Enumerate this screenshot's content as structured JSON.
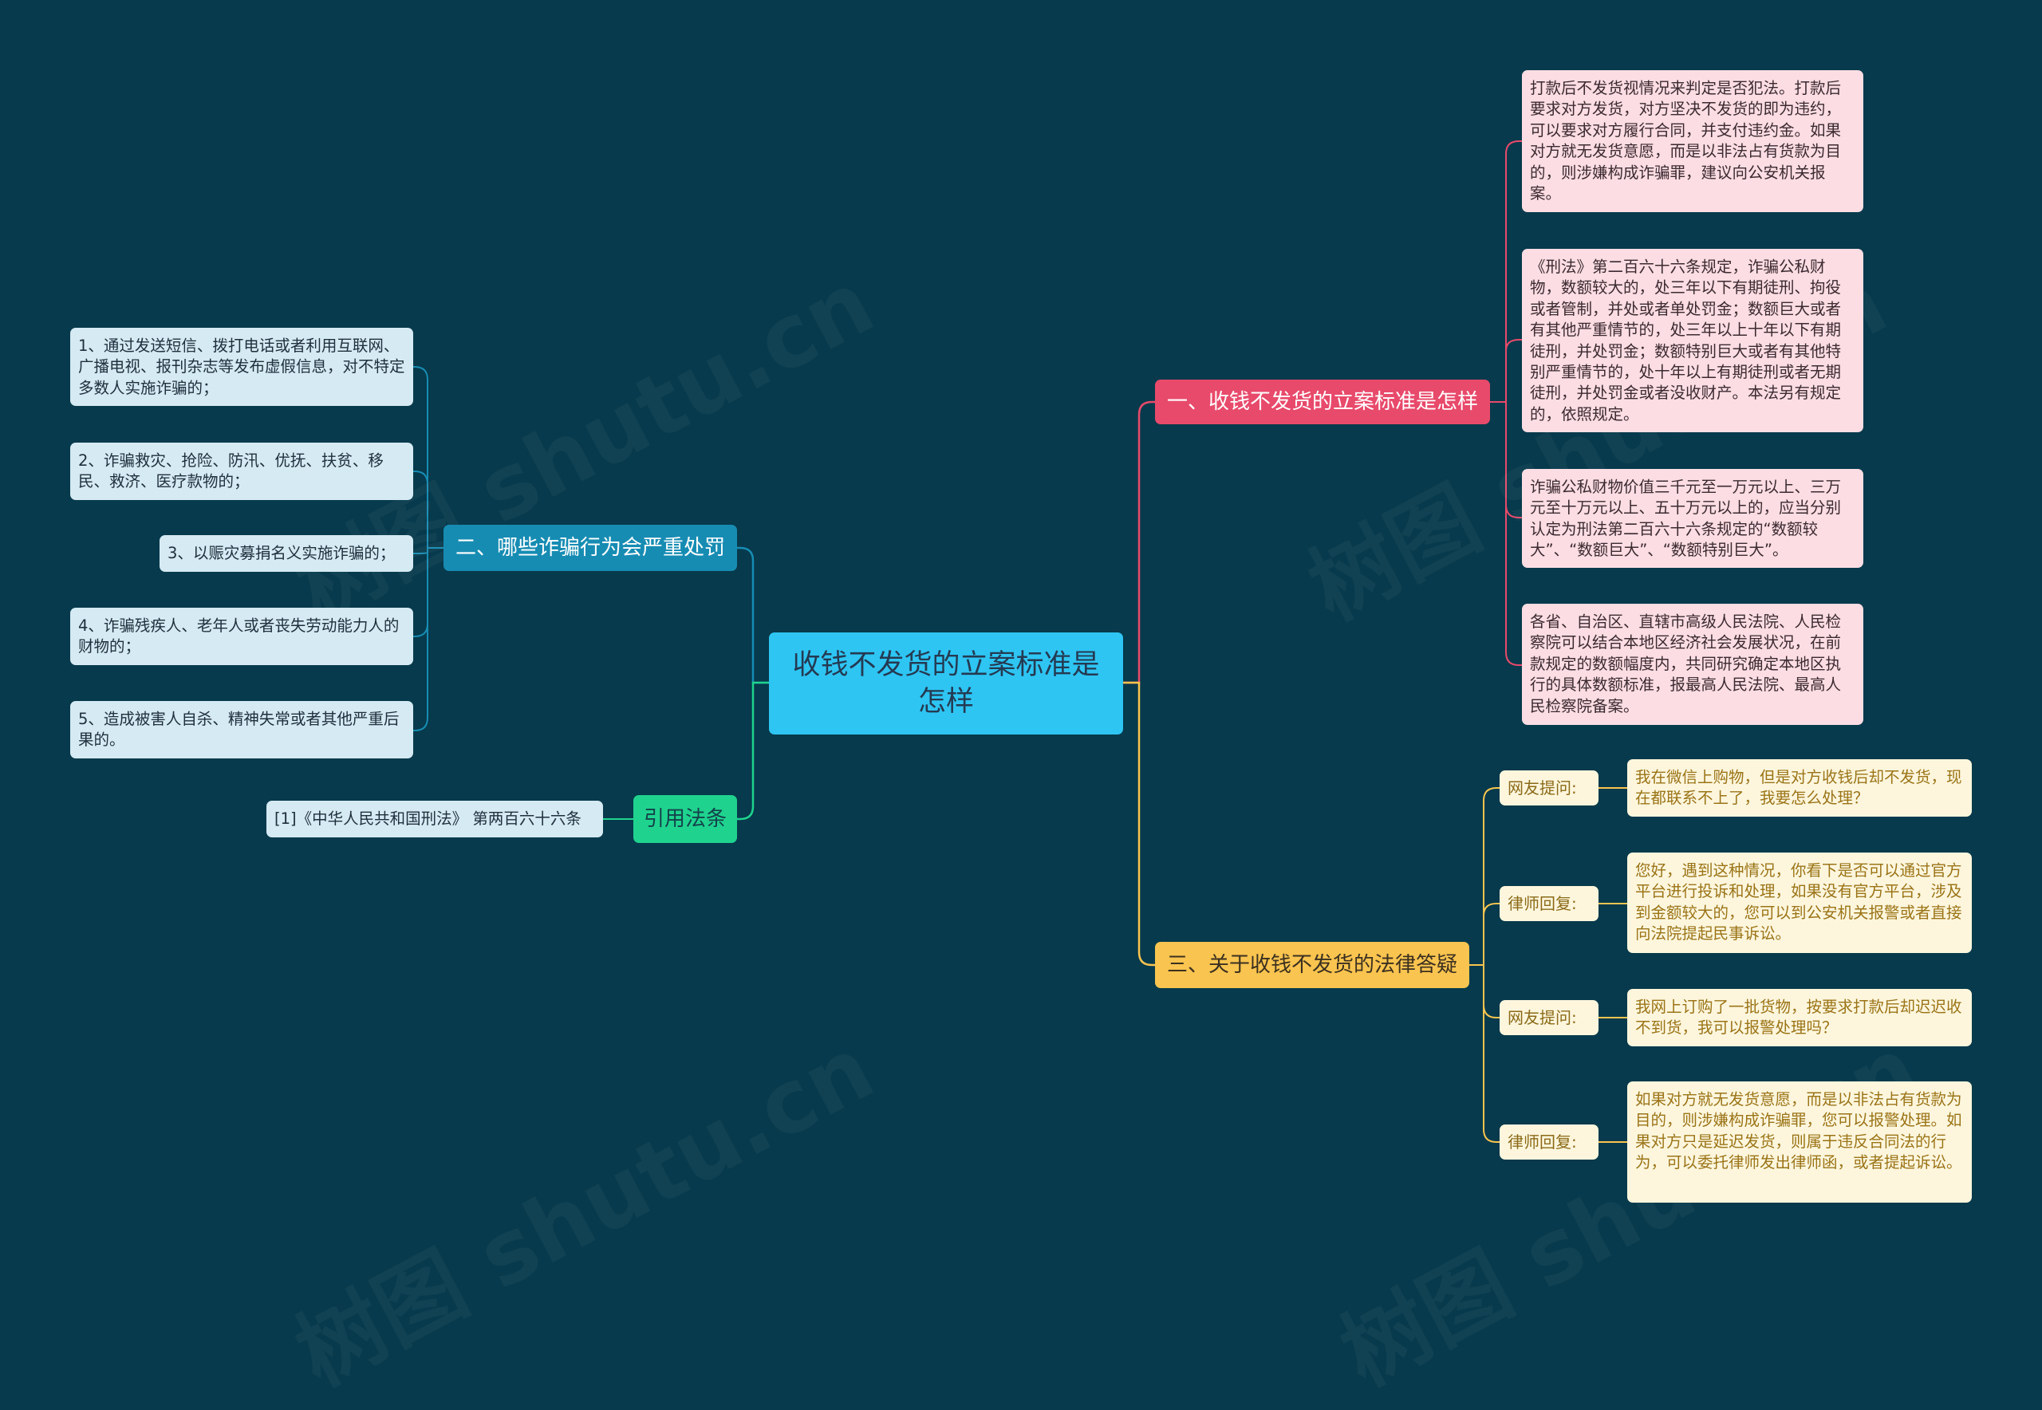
{
  "diagram": {
    "center": {
      "text": "收钱不发货的立案标准是怎样"
    },
    "branches": {
      "b1": {
        "title": "一、收钱不发货的立案标准是怎样"
      },
      "b2": {
        "title": "二、哪些诈骗行为会严重处罚"
      },
      "b3": {
        "title": "三、关于收钱不发货的法律答疑"
      },
      "b4": {
        "title": "引用法条"
      }
    },
    "b1_leaves": [
      "打款后不发货视情况来判定是否犯法。打款后要求对方发货，对方坚决不发货的即为违约，可以要求对方履行合同，并支付违约金。如果对方就无发货意愿，而是以非法占有货款为目的，则涉嫌构成诈骗罪，建议向公安机关报案。",
      "《刑法》第二百六十六条规定，诈骗公私财物，数额较大的，处三年以下有期徒刑、拘役或者管制，并处或者单处罚金；数额巨大或者有其他严重情节的，处三年以上十年以下有期徒刑，并处罚金；数额特别巨大或者有其他特别严重情节的，处十年以上有期徒刑或者无期徒刑，并处罚金或者没收财产。本法另有规定的，依照规定。",
      "诈骗公私财物价值三千元至一万元以上、三万元至十万元以上、五十万元以上的，应当分别认定为刑法第二百六十六条规定的“数额较大”、“数额巨大”、“数额特别巨大”。",
      "各省、自治区、直辖市高级人民法院、人民检察院可以结合本地区经济社会发展状况，在前款规定的数额幅度内，共同研究确定本地区执行的具体数额标准，报最高人民法院、最高人民检察院备案。"
    ],
    "b2_leaves": [
      "1、通过发送短信、拨打电话或者利用互联网、广播电视、报刊杂志等发布虚假信息，对不特定多数人实施诈骗的；",
      "2、诈骗救灾、抢险、防汛、优抚、扶贫、移民、救济、医疗款物的；",
      "3、以赈灾募捐名义实施诈骗的；",
      "4、诈骗残疾人、老年人或者丧失劳动能力人的财物的；",
      "5、造成被害人自杀、精神失常或者其他严重后果的。"
    ],
    "b3_items": [
      {
        "tag": "网友提问:",
        "text": "我在微信上购物，但是对方收钱后却不发货，现在都联系不上了，我要怎么处理？"
      },
      {
        "tag": "律师回复:",
        "text": "您好，遇到这种情况，你看下是否可以通过官方平台进行投诉和处理，如果没有官方平台，涉及到金额较大的，您可以到公安机关报警或者直接向法院提起民事诉讼。"
      },
      {
        "tag": "网友提问:",
        "text": "我网上订购了一批货物，按要求打款后却迟迟收不到货，我可以报警处理吗？"
      },
      {
        "tag": "律师回复:",
        "text": "如果对方就无发货意愿，而是以非法占有货款为目的，则涉嫌构成诈骗罪，您可以报警处理。如果对方只是延迟发货，则属于违反合同法的行为，可以委托律师发出律师函，或者提起诉讼。"
      }
    ],
    "b4_leaves": [
      "[1]《中华人民共和国刑法》 第两百六十六条"
    ]
  },
  "watermark": {
    "text": "树图 shutu.cn"
  },
  "colors": {
    "background": "#073a4c",
    "center": "#2ec5f3",
    "branch_red": "#e84a6b",
    "branch_blue": "#178cb3",
    "branch_yellow": "#f9c44f",
    "branch_green": "#1fd38e"
  }
}
